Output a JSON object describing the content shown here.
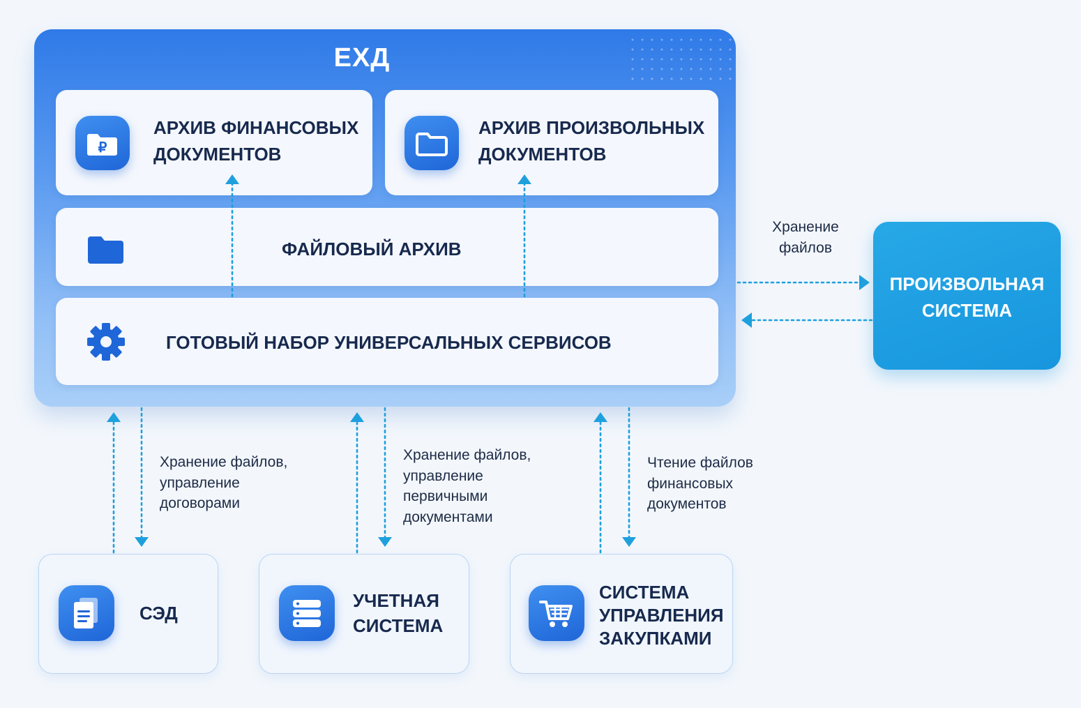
{
  "exd": {
    "title": "ЕХД",
    "fin_archive_label": [
      "АРХИВ ФИНАНСОВЫХ",
      "ДОКУМЕНТОВ"
    ],
    "free_archive_label": [
      "АРХИВ ПРОИЗВОЛЬНЫХ",
      "ДОКУМЕНТОВ"
    ],
    "file_archive_label": "ФАЙЛОВЫЙ АРХИВ",
    "services_label": "ГОТОВЫЙ НАБОР УНИВЕРСАЛЬНЫХ СЕРВИСОВ",
    "ruble_glyph": "₽"
  },
  "free_system": {
    "label": [
      "ПРОИЗВОЛЬНАЯ",
      "СИСТЕМА"
    ],
    "note": [
      "Хранение",
      "файлов"
    ]
  },
  "bottom": {
    "sed": {
      "label": "СЭД",
      "note": [
        "Хранение файлов,",
        "управление",
        "договорами"
      ]
    },
    "accounting": {
      "label": [
        "УЧЕТНАЯ",
        "СИСТЕМА"
      ],
      "note": [
        "Хранение файлов,",
        "управление",
        "первичными",
        "документами"
      ]
    },
    "procurement": {
      "label": [
        "СИСТЕМА",
        "УПРАВЛЕНИЯ",
        "ЗАКУПКАМИ"
      ],
      "note": [
        "Чтение файлов",
        "финансовых",
        "документов"
      ]
    }
  },
  "icons": {
    "fin_archive": "ruble-folder-icon",
    "free_archive": "folder-outline-icon",
    "file_archive": "folder-icon",
    "services": "gear-icon",
    "sed": "documents-icon",
    "accounting": "database-icon",
    "procurement": "shopping-cart-icon"
  },
  "colors": {
    "exd_blue": "#2f7ae8",
    "icon_blue": "#1f66d8",
    "system_cyan": "#1796de",
    "arrow": "#1ea0dd",
    "text_dark": "#17294d"
  }
}
